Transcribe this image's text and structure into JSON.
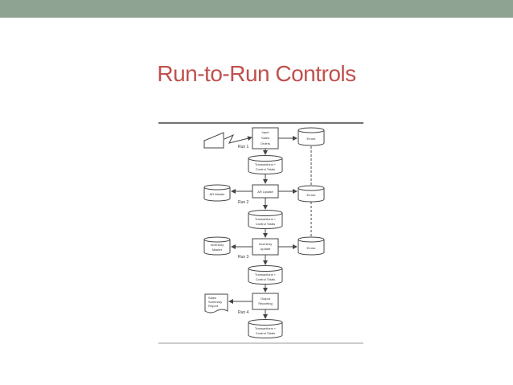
{
  "slide": {
    "title": "Run-to-Run Controls"
  },
  "diagram": {
    "process_input": [
      "Input",
      "Sales",
      "Orders"
    ],
    "process_ar_update": "AR Update",
    "process_inventory_update": [
      "Inventory",
      "Update"
    ],
    "process_output_reporting": [
      "Output",
      "Reporting"
    ],
    "transactions": [
      "Transactions +",
      "Control Totals"
    ],
    "errors_label": "Errors",
    "ar_master": "AR Master",
    "inventory_master": [
      "Inventory",
      "Master"
    ],
    "sales_summary_report": [
      "Sales",
      "Summary",
      "Report"
    ],
    "run_labels": [
      "Run 1",
      "Run 2",
      "Run 3",
      "Run 4"
    ]
  },
  "colors": {
    "top_bar": "#8fa392",
    "title": "#c0504d",
    "lines": "#444444"
  }
}
